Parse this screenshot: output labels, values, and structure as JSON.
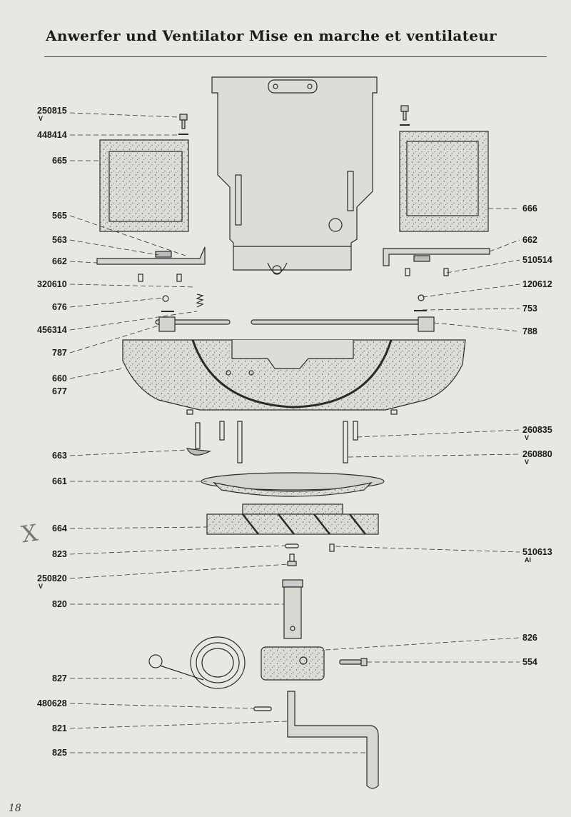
{
  "title": "Anwerfer und Ventilator   Mise en marche et ventilateur",
  "page_number": "18",
  "margin_mark": "X",
  "colors": {
    "paper": "#e8e7e2",
    "ink": "#222222",
    "part_fill": "#d9d8d2"
  },
  "callouts": [
    {
      "id": "250815",
      "label": "250815",
      "sub": "V"
    },
    {
      "id": "448414",
      "label": "448414"
    },
    {
      "id": "665",
      "label": "665"
    },
    {
      "id": "565",
      "label": "565"
    },
    {
      "id": "563",
      "label": "563"
    },
    {
      "id": "662a",
      "label": "662"
    },
    {
      "id": "320610",
      "label": "320610"
    },
    {
      "id": "676",
      "label": "676"
    },
    {
      "id": "456314",
      "label": "456314"
    },
    {
      "id": "787",
      "label": "787"
    },
    {
      "id": "660",
      "label": "660"
    },
    {
      "id": "677",
      "label": "677"
    },
    {
      "id": "663",
      "label": "663"
    },
    {
      "id": "661",
      "label": "661"
    },
    {
      "id": "664",
      "label": "664"
    },
    {
      "id": "823",
      "label": "823"
    },
    {
      "id": "250820",
      "label": "250820",
      "sub": "V"
    },
    {
      "id": "820",
      "label": "820"
    },
    {
      "id": "827",
      "label": "827"
    },
    {
      "id": "480628",
      "label": "480628"
    },
    {
      "id": "821",
      "label": "821"
    },
    {
      "id": "825",
      "label": "825"
    },
    {
      "id": "666",
      "label": "666"
    },
    {
      "id": "662b",
      "label": "662"
    },
    {
      "id": "510514",
      "label": "510514"
    },
    {
      "id": "120612",
      "label": "120612"
    },
    {
      "id": "753",
      "label": "753"
    },
    {
      "id": "788",
      "label": "788"
    },
    {
      "id": "260835",
      "label": "260835",
      "sub": "V"
    },
    {
      "id": "260880",
      "label": "260880",
      "sub": "V"
    },
    {
      "id": "510613",
      "label": "510613",
      "sub": "Al"
    },
    {
      "id": "826",
      "label": "826"
    },
    {
      "id": "554",
      "label": "554"
    }
  ]
}
